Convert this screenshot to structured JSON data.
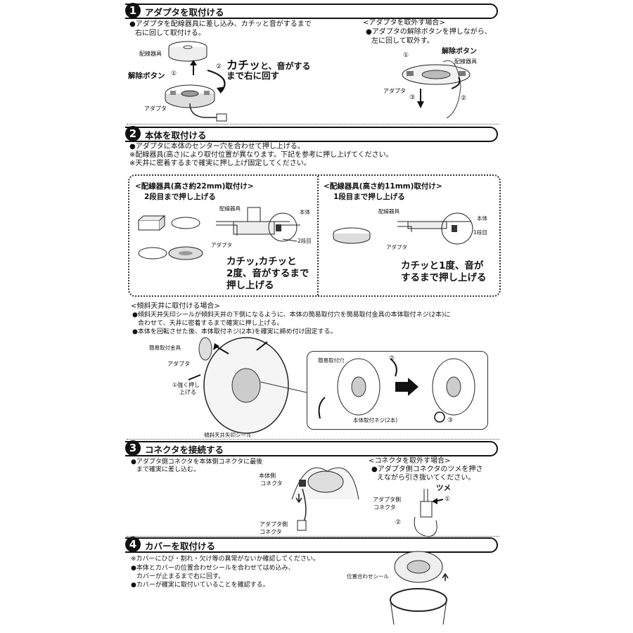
{
  "s1": {
    "num": "1",
    "title": "アダプタを取付ける",
    "l1": "●アダプタを配線器具に差し込み、カチッと音がするまで",
    "l2": "右に回して取付ける。",
    "label_haisen": "配線器具",
    "label_kaijo": "解除ボタン",
    "label_adapter": "アダプタ",
    "c1": "①",
    "c2": "②",
    "katch_big": "カチッ",
    "katch_rest": "と、音がする",
    "katch_l2": "まで右に回す",
    "remove_title": "<アダプタを取外す場合>",
    "rm1": "●アダプタの解除ボタンを押しながら、",
    "rm2": "左に回して取外す。",
    "rm_kaijo": "解除ボタン",
    "rm_haisen": "配線器具",
    "rm_adapter": "アダプタ",
    "rm_c1": "①",
    "rm_c2": "②",
    "rm_c3": "③"
  },
  "s2": {
    "num": "2",
    "title": "本体を取付ける",
    "l1": "●アダプタに本体のセンター穴を合わせて押し上げる。",
    "l2": "※配線器具(高さ)により取付位置が異なります。下記を参考に押し上げてください。",
    "l3": "※天井に密着するまで確実に押し上げ固定してください。",
    "boxL_title": "<配線器具(高さ約22mm)取付け>",
    "boxL_sub": "2段目まで押し上げる",
    "boxL_haisen": "配線器具",
    "boxL_hontai": "本体",
    "boxL_adapter": "アダプタ",
    "boxL_dan": "2段目",
    "boxL_k1": "カチッ,カチッと",
    "boxL_k2": "2度、音がするまで",
    "boxL_k3": "押し上げる",
    "boxR_title": "<配線器具(高さ約11mm)取付け>",
    "boxR_sub": "1段目まで押し上げる",
    "boxR_haisen": "配線器具",
    "boxR_hontai": "本体",
    "boxR_adapter": "アダプタ",
    "boxR_dan": "1段目",
    "boxR_k1": "カチッと1度、音が",
    "boxR_k2": "するまで押し上げる",
    "slope_title": "<傾斜天井に取付ける場合>",
    "sl1": "●傾斜天井矢印シールが傾斜天井の下側になるように、本体の簡易取付穴を簡易取付金具の本体取付ネジ(2本)に",
    "sl2": "合わせて、天井に密着するまで確実に押し上げる。",
    "sl3": "●本体を回転させた後、本体取付ネジ(2本)を確実に締め付け固定する。",
    "sl_kanni": "簡易取付金具",
    "sl_adapter": "アダプタ",
    "sl_push1": "①強く押し",
    "sl_push2": "上げる",
    "sl_seal": "傾斜天井矢印シール",
    "sl_hole": "簡易取付穴",
    "sl_screw": "本体取付ネジ(2本)",
    "sl_c2": "②",
    "sl_c3": "③"
  },
  "s3": {
    "num": "3",
    "title": "コネクタを接続する",
    "l1": "●アダプタ側コネクタを本体側コネクタに最後",
    "l2": "まで確実に差し込む。",
    "body_conn1": "本体側",
    "body_conn2": "コネクタ",
    "ad_conn1": "アダプタ側",
    "ad_conn2": "コネクタ",
    "remove_title": "<コネクタを取外す場合>",
    "rm1": "●アダプタ側コネクタのツメを押さ",
    "rm2": "えながら引き抜いてください。",
    "tsume": "ツメ",
    "rm_ad1": "アダプタ側",
    "rm_ad2": "コネクタ",
    "rm_c1": "①",
    "rm_c2": "②"
  },
  "s4": {
    "num": "4",
    "title": "カバーを取付ける",
    "l1": "※カバーにひび・割れ・欠け等の異常がないか確認してください。",
    "l2": "●本体とカバーの位置合わせシールを合わせてはめ込み、",
    "l3": "カバーが止まるまで右に回す。",
    "l4": "●カバーが確実に取付いていることを確認する。",
    "seal": "位置合わせシール"
  }
}
